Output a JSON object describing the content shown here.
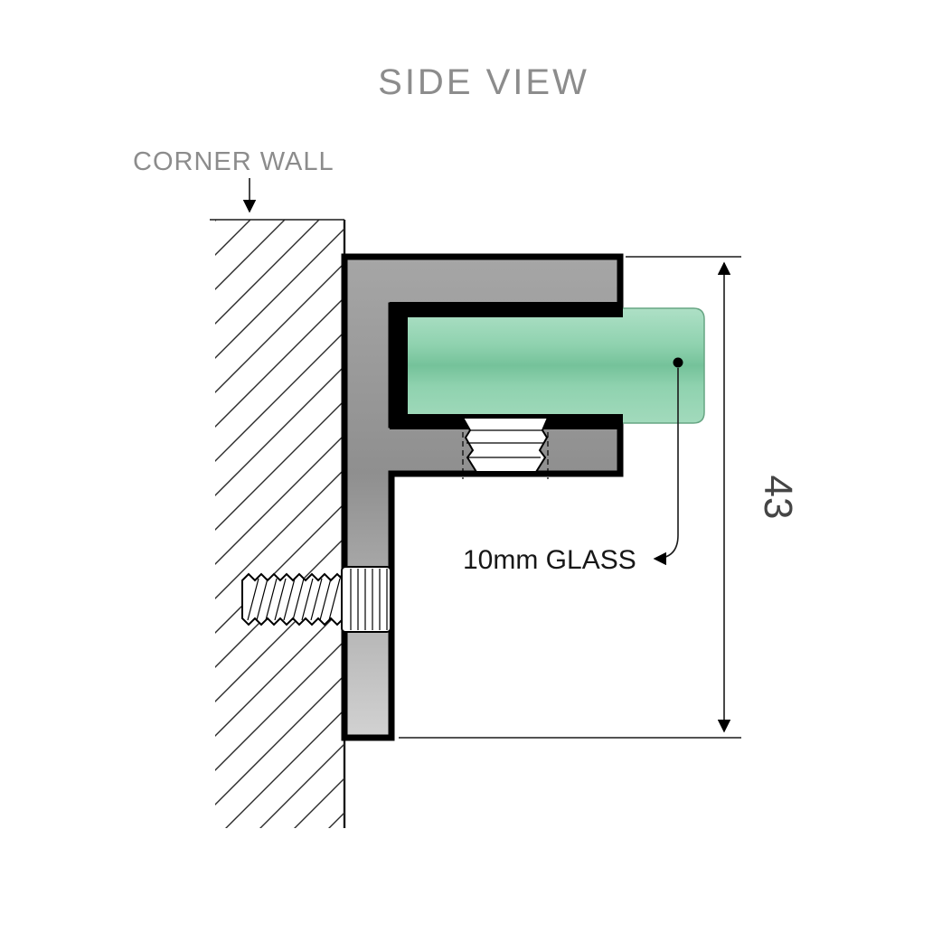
{
  "title": "SIDE VIEW",
  "annotations": {
    "corner_wall_label": "CORNER WALL",
    "glass_label": "10mm GLASS",
    "dimension_value": "43"
  },
  "colors": {
    "label_gray": "#8c8c8c",
    "dimension_text": "#454545",
    "line_black": "#000000",
    "bracket_gray_light": "#d2d2d2",
    "bracket_gray_mid": "#9e9e9e",
    "bracket_gray_dark": "#8f8f8f",
    "glass_green_light": "#aee0c6",
    "glass_green_mid": "#8fd2af",
    "glass_green_dark": "#75c29a",
    "glass_edge": "#67a583"
  },
  "dimensions_shown": {
    "glass_thickness": "10mm",
    "profile_height": "43"
  }
}
